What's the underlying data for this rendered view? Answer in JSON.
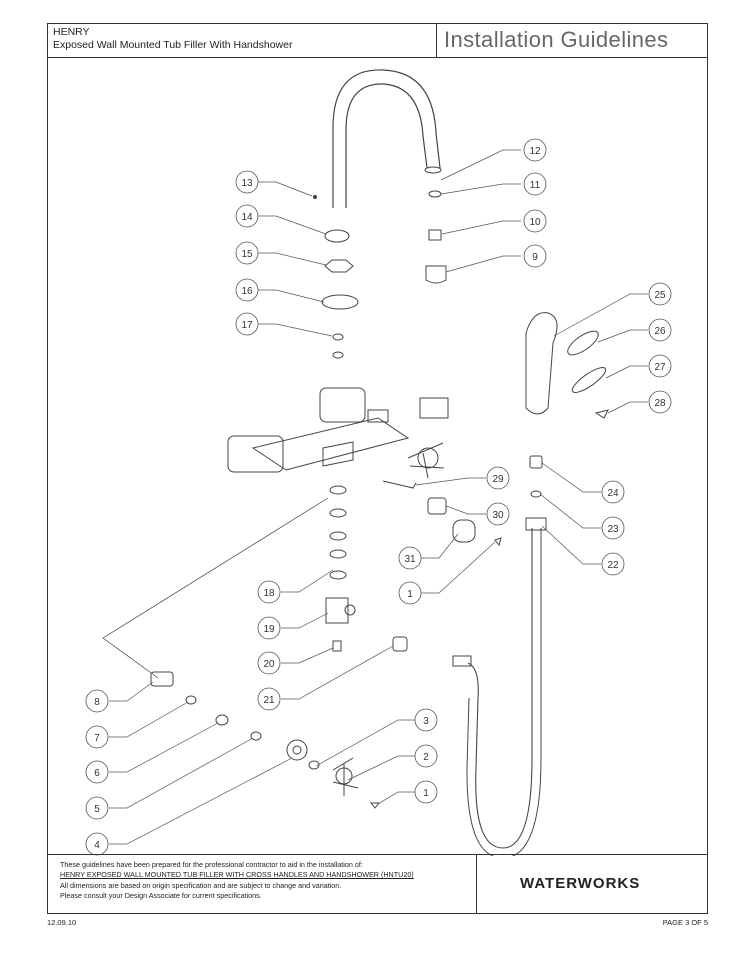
{
  "header": {
    "product_name": "HENRY",
    "product_desc": "Exposed Wall Mounted Tub Filler With Handshower",
    "doc_title": "Installation Guidelines"
  },
  "callouts": [
    "13",
    "14",
    "15",
    "16",
    "17",
    "12",
    "11",
    "10",
    "9",
    "25",
    "26",
    "27",
    "28",
    "29",
    "30",
    "31",
    "1",
    "24",
    "23",
    "22",
    "18",
    "19",
    "20",
    "21",
    "8",
    "7",
    "6",
    "5",
    "4",
    "3",
    "2",
    "1"
  ],
  "footer": {
    "line1": "These guidelines have been prepared for the professional contractor to aid in the installation of:",
    "line2": "HENRY EXPOSED WALL MOUNTED TUB FILLER WITH CROSS HANDLES AND HANDSHOWER  (HNTU20)",
    "line3": "All dimensions are based on origin specification and are subject to change and variation.",
    "line4": "Please consult your Design Associate for current specifications.",
    "brand": "WATERWORKS"
  },
  "meta": {
    "date": "12.09.10",
    "page": "PAGE 3 OF 5"
  }
}
